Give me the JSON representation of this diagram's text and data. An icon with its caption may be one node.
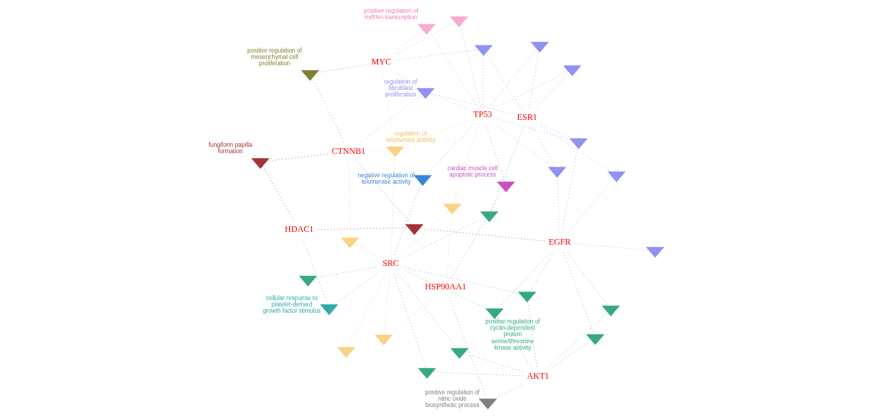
{
  "diagram": {
    "nodes": [
      {
        "text": [],
        "shape": "chevron",
        "beside": [
          "cellular response to platelet-derived growth factor stimulus"
        ]
      },
      {
        "text": [],
        "shape": "chevron",
        "beside": [
          "regulation of telomerase activity"
        ]
      },
      {
        "text": [
          "SRC"
        ]
      },
      {
        "text": [],
        "shape": "chevron",
        "beside": [
          "positive regulation of mesenchymal cell proliferation"
        ]
      },
      {
        "text": [],
        "shape": "chevron",
        "beside": [
          "cardiac muscle cell apoptotic process"
        ]
      },
      {
        "text": [],
        "shape": "chevron",
        "beside": [
          "negative regulation of telomerase activity"
        ]
      },
      {
        "text": [
          "CTNNB1"
        ]
      },
      {
        "text": [],
        "shape": "chevron"
      },
      {
        "text": [],
        "shape": "chevron"
      },
      {
        "text": [
          "HDAC1"
        ]
      },
      {
        "text": [],
        "shape": "chevron"
      },
      {
        "text": [
          "TP53"
        ]
      },
      {
        "text": [
          "HSP90AA1"
        ]
      },
      {
        "text": [],
        "shape": "chevron"
      },
      {
        "text": [],
        "shape": "chevron"
      },
      {
        "text": [],
        "shape": "chevron"
      },
      {
        "text": [],
        "shape": "chevron"
      },
      {
        "text": [],
        "shape": "chevron"
      },
      {
        "text": [],
        "shape": "chevron",
        "beside": [
          "positive regulation of miRNA transcription"
        ]
      },
      {
        "text": [],
        "shape": "chevron",
        "beside": [
          "regulation of fibroblast proliferation"
        ]
      },
      {
        "text": [],
        "shape": "chevron"
      },
      {
        "text": [],
        "shape": "chevron"
      },
      {
        "text": [],
        "shape": "chevron"
      },
      {
        "text": [
          "MYC"
        ]
      },
      {
        "text": [],
        "shape": "chevron"
      },
      {
        "text": [],
        "shape": "chevron"
      },
      {
        "text": [],
        "shape": "chevron"
      },
      {
        "text": [],
        "shape": "chevron"
      },
      {
        "text": [],
        "shape": "chevron",
        "beside": [
          "fungiform papilla formation"
        ]
      },
      {
        "text": [],
        "shape": "chevron"
      },
      {
        "text": [
          "ESR1"
        ]
      },
      {
        "text": [],
        "shape": "chevron"
      },
      {
        "text": [
          "AKT1"
        ]
      },
      {
        "text": [],
        "shape": "chevron"
      },
      {
        "text": [],
        "shape": "chevron"
      },
      {
        "text": [],
        "shape": "chevron",
        "beside": [
          "positive regulation of cyclin-dependent protein serine/threonine kinase activity"
        ]
      },
      {
        "text": [],
        "shape": "chevron"
      },
      {
        "text": [
          "EGFR"
        ]
      },
      {
        "text": [],
        "shape": "chevron",
        "beside": [
          "positive regulation of nitric oxide biosynthetic process"
        ]
      }
    ],
    "edges": [
      {
        "from": 2,
        "to": 0,
        "arrow": "none",
        "color": "#2fa9a9"
      },
      {
        "from": 2,
        "to": 1,
        "arrow": "none",
        "color": "#f5c060"
      },
      {
        "from": 2,
        "to": 5,
        "arrow": "none",
        "color": "#3a85d5"
      },
      {
        "from": 2,
        "to": 7,
        "arrow": "none",
        "color": "#f5c060"
      },
      {
        "from": 2,
        "to": 8,
        "arrow": "none",
        "color": "#f5c060"
      },
      {
        "from": 2,
        "to": 14,
        "arrow": "none",
        "color": "#f5c060"
      },
      {
        "from": 2,
        "to": 20,
        "arrow": "none",
        "color": "#f5c060"
      },
      {
        "from": 2,
        "to": 10,
        "arrow": "none",
        "color": "#35a97f"
      },
      {
        "from": 2,
        "to": 15,
        "arrow": "none",
        "color": "#35a97f"
      },
      {
        "from": 2,
        "to": 16,
        "arrow": "none",
        "color": "#35a97f"
      },
      {
        "from": 2,
        "to": 17,
        "arrow": "none",
        "color": "#35a97f"
      },
      {
        "from": 2,
        "to": 21,
        "arrow": "none",
        "color": "#35a97f"
      },
      {
        "from": 2,
        "to": 35,
        "arrow": "none",
        "color": "#35a97f"
      },
      {
        "from": 6,
        "to": 3,
        "arrow": "none",
        "color": "#7f7f2f"
      },
      {
        "from": 6,
        "to": 1,
        "arrow": "none",
        "color": "#f5c060"
      },
      {
        "from": 6,
        "to": 20,
        "arrow": "none",
        "color": "#f5c060"
      },
      {
        "from": 6,
        "to": 22,
        "arrow": "none",
        "color": "#a33333"
      },
      {
        "from": 6,
        "to": 28,
        "arrow": "none",
        "color": "#a33333"
      },
      {
        "from": 6,
        "to": 19,
        "arrow": "none",
        "color": "#9090f5"
      },
      {
        "from": 9,
        "to": 0,
        "arrow": "none",
        "color": "#2fa9a9"
      },
      {
        "from": 9,
        "to": 22,
        "arrow": "none",
        "color": "#a33333"
      },
      {
        "from": 9,
        "to": 28,
        "arrow": "none",
        "color": "#a33333"
      },
      {
        "from": 11,
        "to": 5,
        "arrow": "none",
        "color": "#3a85d5"
      },
      {
        "from": 11,
        "to": 1,
        "arrow": "none",
        "color": "#f5c060"
      },
      {
        "from": 11,
        "to": 4,
        "arrow": "none",
        "color": "#cc4fc3"
      },
      {
        "from": 11,
        "to": 13,
        "arrow": "none",
        "color": "#f07ab8"
      },
      {
        "from": 11,
        "to": 18,
        "arrow": "none",
        "color": "#f07ab8"
      },
      {
        "from": 11,
        "to": 19,
        "arrow": "none",
        "color": "#9090f5"
      },
      {
        "from": 11,
        "to": 14,
        "arrow": "none",
        "color": "#f5c060"
      },
      {
        "from": 11,
        "to": 24,
        "arrow": "none",
        "color": "#9090f5"
      },
      {
        "from": 11,
        "to": 26,
        "arrow": "none",
        "color": "#9090f5"
      },
      {
        "from": 11,
        "to": 29,
        "arrow": "none",
        "color": "#9090f5"
      },
      {
        "from": 11,
        "to": 33,
        "arrow": "none",
        "color": "#9090f5"
      },
      {
        "from": 11,
        "to": 34,
        "arrow": "none",
        "color": "#9090f5"
      },
      {
        "from": 12,
        "to": 4,
        "arrow": "none",
        "color": "#cc4fc3"
      },
      {
        "from": 12,
        "to": 7,
        "arrow": "none",
        "color": "#f5c060"
      },
      {
        "from": 12,
        "to": 20,
        "arrow": "none",
        "color": "#f5c060"
      },
      {
        "from": 12,
        "to": 14,
        "arrow": "none",
        "color": "#f5c060"
      },
      {
        "from": 12,
        "to": 38,
        "arrow": "none",
        "color": "#808080"
      },
      {
        "from": 23,
        "to": 3,
        "arrow": "none",
        "color": "#7f7f2f"
      },
      {
        "from": 23,
        "to": 13,
        "arrow": "none",
        "color": "#f07ab8"
      },
      {
        "from": 23,
        "to": 18,
        "arrow": "none",
        "color": "#f07ab8"
      },
      {
        "from": 23,
        "to": 19,
        "arrow": "none",
        "color": "#9090f5"
      },
      {
        "from": 23,
        "to": 29,
        "arrow": "none",
        "color": "#9090f5"
      },
      {
        "from": 23,
        "to": 1,
        "arrow": "none",
        "color": "#f5c060"
      },
      {
        "from": 30,
        "to": 19,
        "arrow": "none",
        "color": "#9090f5"
      },
      {
        "from": 30,
        "to": 24,
        "arrow": "none",
        "color": "#9090f5"
      },
      {
        "from": 30,
        "to": 26,
        "arrow": "none",
        "color": "#9090f5"
      },
      {
        "from": 30,
        "to": 29,
        "arrow": "none",
        "color": "#9090f5"
      },
      {
        "from": 30,
        "to": 33,
        "arrow": "none",
        "color": "#9090f5"
      },
      {
        "from": 30,
        "to": 34,
        "arrow": "none",
        "color": "#9090f5"
      },
      {
        "from": 30,
        "to": 36,
        "arrow": "none",
        "color": "#9090f5"
      },
      {
        "from": 30,
        "to": 10,
        "arrow": "none",
        "color": "#35a97f"
      },
      {
        "from": 32,
        "to": 15,
        "arrow": "none",
        "color": "#35a97f"
      },
      {
        "from": 32,
        "to": 16,
        "arrow": "none",
        "color": "#35a97f"
      },
      {
        "from": 32,
        "to": 21,
        "arrow": "none",
        "color": "#35a97f"
      },
      {
        "from": 32,
        "to": 27,
        "arrow": "none",
        "color": "#35a97f"
      },
      {
        "from": 32,
        "to": 31,
        "arrow": "none",
        "color": "#35a97f"
      },
      {
        "from": 32,
        "to": 35,
        "arrow": "none",
        "color": "#35a97f"
      },
      {
        "from": 32,
        "to": 38,
        "arrow": "none",
        "color": "#808080"
      },
      {
        "from": 37,
        "to": 25,
        "arrow": "none",
        "color": "#9090f5"
      },
      {
        "from": 37,
        "to": 33,
        "arrow": "none",
        "color": "#9090f5"
      },
      {
        "from": 37,
        "to": 34,
        "arrow": "none",
        "color": "#9090f5"
      },
      {
        "from": 37,
        "to": 36,
        "arrow": "none",
        "color": "#9090f5"
      },
      {
        "from": 37,
        "to": 27,
        "arrow": "none",
        "color": "#35a97f"
      },
      {
        "from": 37,
        "to": 31,
        "arrow": "none",
        "color": "#35a97f"
      },
      {
        "from": 37,
        "to": 35,
        "arrow": "none",
        "color": "#35a97f"
      },
      {
        "from": 37,
        "to": 22,
        "arrow": "none",
        "color": "#a33333"
      },
      {
        "from": 37,
        "to": 15,
        "arrow": "none",
        "color": "#35a97f"
      }
    ]
  }
}
